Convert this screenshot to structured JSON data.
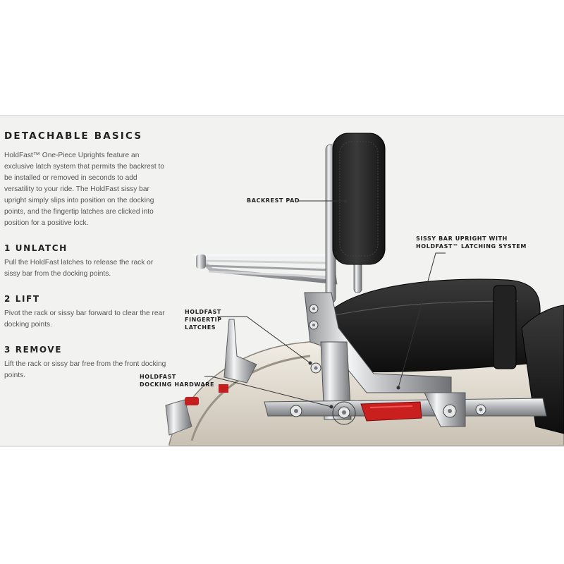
{
  "intro": {
    "title": "DETACHABLE BASICS",
    "body": "HoldFast™ One-Piece Uprights feature an exclusive latch system that permits the backrest to be installed or removed in seconds to add versatility to your ride. The HoldFast sissy bar upright simply slips into position on the docking points, and the fingertip latches are clicked into position for a positive lock."
  },
  "steps": [
    {
      "title": "1  UNLATCH",
      "text": "Pull the HoldFast latches to release the rack or sissy bar from the docking points."
    },
    {
      "title": "2  LIFT",
      "text": "Pivot the rack or sissy bar forward to clear the rear docking points."
    },
    {
      "title": "3  REMOVE",
      "text": "Lift the rack or sissy bar free from the front docking points."
    }
  ],
  "callouts": {
    "backrest_pad": "BACKREST PAD",
    "sissy_bar_line1": "SISSY BAR UPRIGHT WITH",
    "sissy_bar_line2": "HOLDFAST™ LATCHING SYSTEM",
    "fingertip_line1": "HOLDFAST",
    "fingertip_line2": "FINGERTIP",
    "fingertip_line3": "LATCHES",
    "docking_line1": "HOLDFAST",
    "docking_line2": "DOCKING HARDWARE"
  }
}
